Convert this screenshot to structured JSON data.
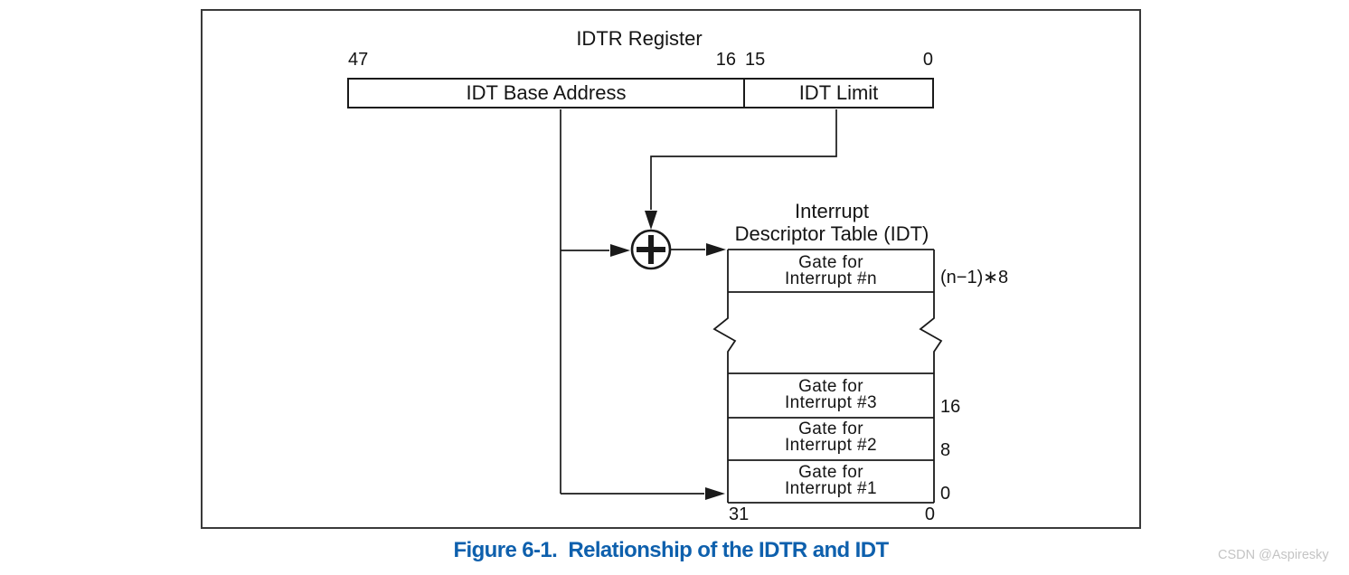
{
  "figure": {
    "title": "IDTR Register",
    "register": {
      "bit_47": "47",
      "bit_16": "16",
      "bit_15": "15",
      "bit_0": "0",
      "base_label": "IDT Base Address",
      "limit_label": "IDT Limit"
    },
    "adder_symbol": "+",
    "idt": {
      "title_line1": "Interrupt",
      "title_line2": "Descriptor Table (IDT)",
      "rows": [
        {
          "line1": "Gate for",
          "line2": "Interrupt #n",
          "offset": "(n−1)∗8"
        },
        {
          "line1": "Gate for",
          "line2": "Interrupt #3",
          "offset": "16"
        },
        {
          "line1": "Gate for",
          "line2": "Interrupt #2",
          "offset": "8"
        },
        {
          "line1": "Gate for",
          "line2": "Interrupt #1",
          "offset": "0"
        }
      ],
      "bit_31": "31",
      "bit_0": "0"
    },
    "caption": "Figure 6-1.  Relationship of the IDTR and IDT",
    "watermark": "CSDN @Aspiresky"
  },
  "colors": {
    "line": "#1a1a1a",
    "caption_blue": "#0e60ad",
    "watermark_gray": "#c4c4c4"
  }
}
